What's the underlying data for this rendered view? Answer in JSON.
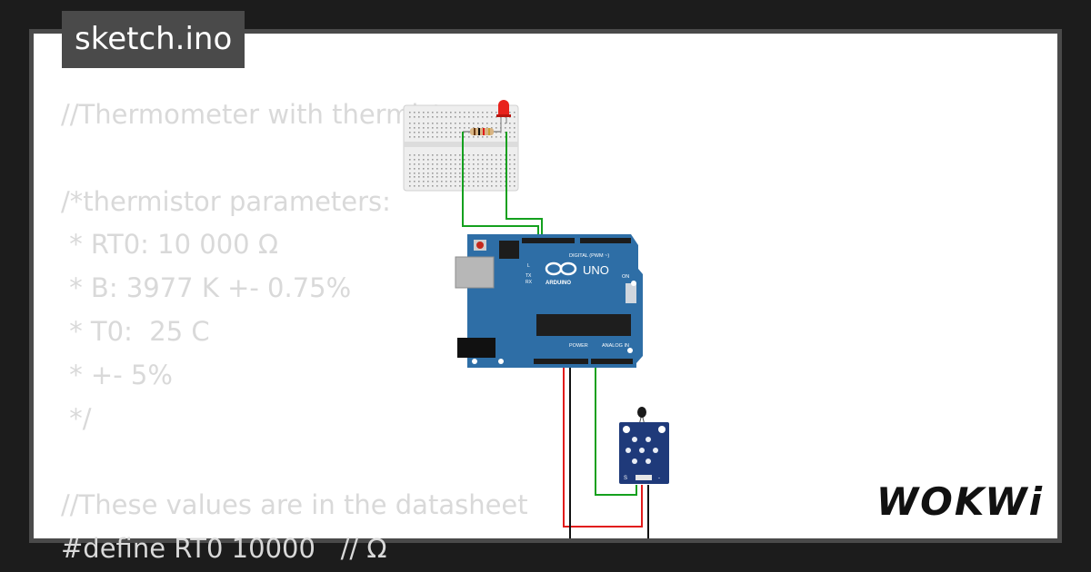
{
  "file_tab": {
    "name": "sketch.ino"
  },
  "editor": {
    "lines": [
      "//Thermometer with thermistor",
      "",
      "/*thermistor parameters:",
      " * RT0: 10 000 Ω",
      " * B: 3977 K +- 0.75%",
      " * T0:  25 C",
      " * +- 5%",
      " */",
      "",
      "//These values are in the datasheet",
      "#define RT0 10000   // Ω"
    ]
  },
  "board": {
    "name": "UNO",
    "brand": "ARDUINO",
    "digital_label": "DIGITAL (PWM ~)",
    "power_label": "POWER",
    "analog_label": "ANALOG IN",
    "on_label": "ON",
    "led_labels": [
      "L",
      "TX",
      "RX"
    ]
  },
  "sensor": {
    "pin_label": "S",
    "minus_label": "-"
  },
  "brand": {
    "logo": "WOKWi"
  },
  "colors": {
    "board": "#2e6ea6",
    "wire_green": "#14a01e",
    "wire_red": "#e11b1b",
    "wire_black": "#111111",
    "led": "#e8221c",
    "sensor_pcb": "#1f3a7a"
  }
}
